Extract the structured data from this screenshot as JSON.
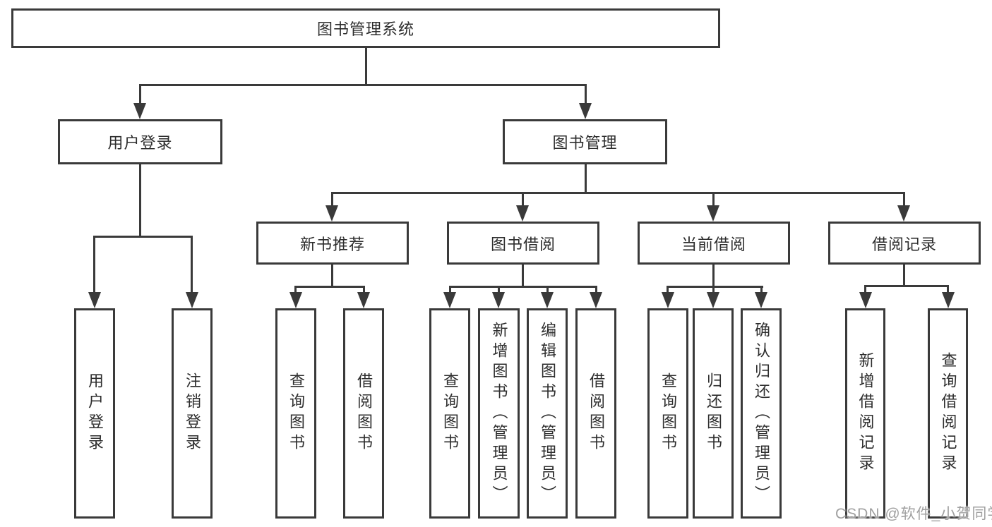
{
  "diagram": {
    "title": "图书管理系统",
    "level2": [
      {
        "label": "用户登录"
      },
      {
        "label": "图书管理"
      }
    ],
    "level3": [
      {
        "label": "新书推荐"
      },
      {
        "label": "图书借阅"
      },
      {
        "label": "当前借阅"
      },
      {
        "label": "借阅记录"
      }
    ],
    "leaves": {
      "user_login": [
        {
          "label": "用户登录"
        },
        {
          "label": "注销登录"
        }
      ],
      "new_book_recommend": [
        {
          "label": "查询图书"
        },
        {
          "label": "借阅图书"
        }
      ],
      "book_borrow": [
        {
          "label": "查询图书"
        },
        {
          "label": "新增图书（管理员）"
        },
        {
          "label": "编辑图书（管理员）"
        },
        {
          "label": "借阅图书"
        }
      ],
      "current_borrow": [
        {
          "label": "查询图书"
        },
        {
          "label": "归还图书"
        },
        {
          "label": "确认归还（管理员）"
        }
      ],
      "borrow_record": [
        {
          "label": "新增借阅记录"
        },
        {
          "label": "查询借阅记录"
        }
      ]
    }
  },
  "watermark": {
    "text": "CSDN @软件_小贺同学"
  },
  "colors": {
    "line": "#3a3a3a",
    "text": "#2d2d2d",
    "background": "#ffffff",
    "watermark": "#a0a0a0"
  }
}
